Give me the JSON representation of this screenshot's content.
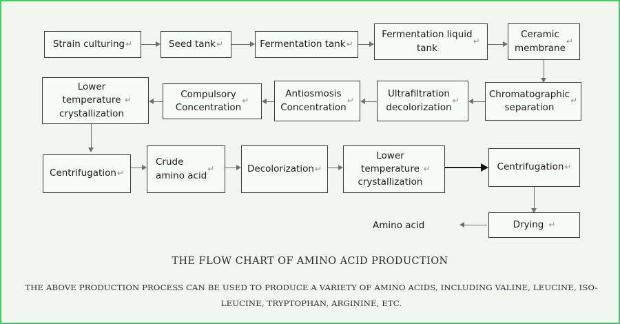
{
  "page": {
    "background_color": "#eff7ef",
    "border_color": "#4fc46c",
    "box_border_color": "#3a3a3a",
    "connector_color": "#6e6e6e"
  },
  "flow": {
    "return_mark": "↵",
    "row1": [
      {
        "id": "strain-culturing",
        "label": "Strain culturing",
        "trailing_mark": true
      },
      {
        "id": "seed-tank",
        "label": "Seed tank",
        "trailing_mark": true
      },
      {
        "id": "fermentation-tank",
        "label": "Fermentation tank",
        "trailing_mark": true
      },
      {
        "id": "fermentation-liquid-tank",
        "label": "Fermentation liquid\ntank",
        "trailing_mark": true
      },
      {
        "id": "ceramic-membrane",
        "label": "Ceramic\nmembrane",
        "trailing_mark": true
      }
    ],
    "row2": [
      {
        "id": "lower-temperature-crystallization-1",
        "label": "Lower\ntemperature\ncrystallization",
        "trailing_mark": true
      },
      {
        "id": "compulsory-concentration",
        "label": "Compulsory\nConcentration",
        "trailing_mark": true
      },
      {
        "id": "antiosmosis-concentration",
        "label": "Antiosmosis\nConcentration",
        "trailing_mark": true
      },
      {
        "id": "ultrafiltration-decolorization",
        "label": "Ultrafiltration\ndecolorization",
        "trailing_mark": true
      },
      {
        "id": "chromatographic-separation",
        "label": "Chromatographic\nseparation",
        "trailing_mark": true
      }
    ],
    "row3": [
      {
        "id": "centrifugation-1",
        "label": "Centrifugation",
        "trailing_mark": true
      },
      {
        "id": "crude-amino-acid",
        "label": "Crude\namino acid",
        "trailing_mark": true
      },
      {
        "id": "decolorization",
        "label": "Decolorization",
        "trailing_mark": true
      },
      {
        "id": "lower-temperature-crystallization-2",
        "label": "Lower\ntemperature\ncrystallization",
        "trailing_mark": true
      },
      {
        "id": "centrifugation-2",
        "label": "Centrifugation",
        "trailing_mark": true
      }
    ],
    "row4": [
      {
        "id": "drying",
        "label": "Drying",
        "trailing_mark": true
      }
    ],
    "output_label": "Amino acid"
  },
  "title": "THE  FLOW CHART OF  AMINO  ACID   PRODUCTION",
  "caption": {
    "line1": "THE ABOVE PRODUCTION PROCESS CAN BE USED TO PRODUCE A VARIETY OF AMINO ACIDS, INCLUDING VALINE, LEUCINE, ISO-",
    "line2": "LEUCINE, TRYPTOPHAN, ARGININE, ETC."
  }
}
